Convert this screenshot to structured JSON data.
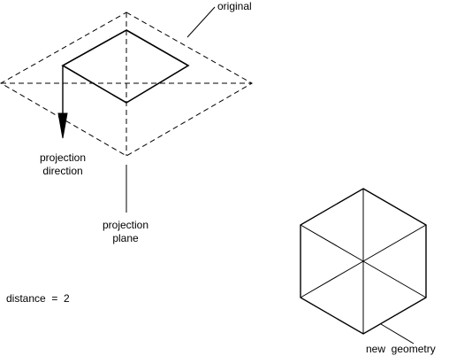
{
  "labels": {
    "original": "original",
    "projection_direction_line1": "projection",
    "projection_direction_line2": "direction",
    "projection_plane_line1": "projection",
    "projection_plane_line2": "plane",
    "distance": "distance  =  2",
    "new_geometry": "new  geometry"
  },
  "colors": {
    "ink": "#000000",
    "background": "#ffffff"
  }
}
